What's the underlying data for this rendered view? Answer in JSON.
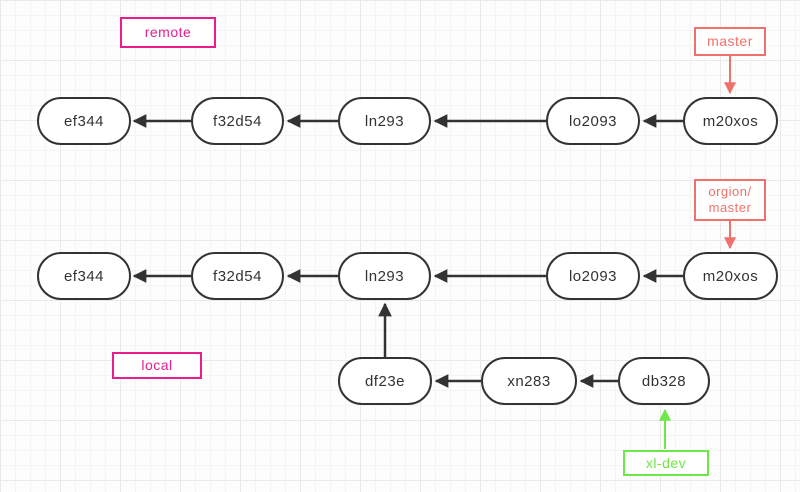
{
  "diagram": {
    "remote_graph": {
      "section_label": "remote",
      "commits": [
        "ef344",
        "f32d54",
        "ln293",
        "lo2093",
        "m20xos"
      ],
      "branch_tag": "master"
    },
    "local_graph": {
      "section_label": "local",
      "commits": [
        "ef344",
        "f32d54",
        "ln293",
        "lo2093",
        "m20xos"
      ],
      "branch_tag_lines": [
        "orgion/",
        "master"
      ],
      "dev_commits": [
        "df23e",
        "xn283",
        "db328"
      ],
      "dev_branch_tag": "xl-dev"
    },
    "colors": {
      "node_border": "#333333",
      "node_text": "#333333",
      "arrow": "#333333",
      "section_label_magenta": "#e91e8c",
      "branch_tag_salmon": "#f0716a",
      "dev_branch_green": "#6ee846",
      "grid_minor": "#f4f4f4",
      "grid_major": "#e9e9e9"
    }
  }
}
